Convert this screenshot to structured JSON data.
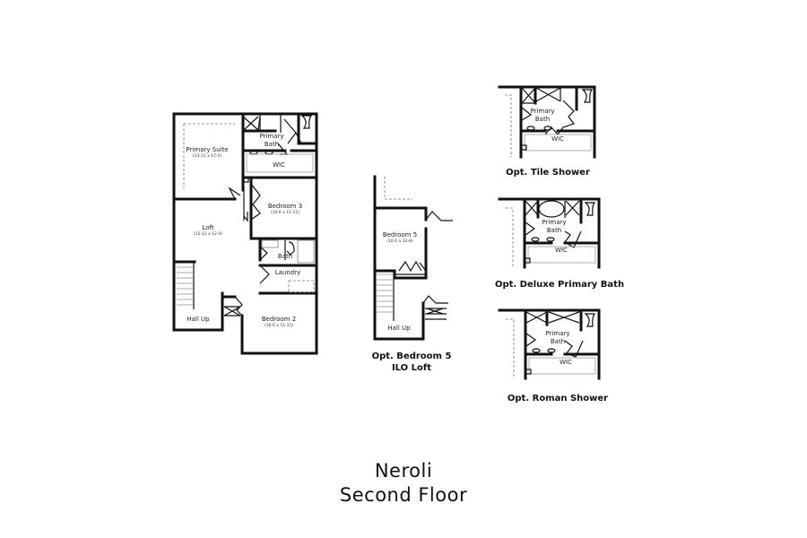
{
  "title": {
    "line1": "Neroli",
    "line2": "Second Floor"
  },
  "main_plan": {
    "rooms": [
      {
        "name": "Primary Suite",
        "dim": "(13-11 x 17-5)"
      },
      {
        "name": "Primary Bath",
        "dim": ""
      },
      {
        "name": "WIC",
        "dim": ""
      },
      {
        "name": "Bedroom 3",
        "dim": "(10-6 x 11-11)"
      },
      {
        "name": "Loft",
        "dim": "(15-11 x 12-4)"
      },
      {
        "name": "Bath",
        "dim": ""
      },
      {
        "name": "Laundry",
        "dim": ""
      },
      {
        "name": "Bedroom 2",
        "dim": "(16-0 x 11-11)"
      },
      {
        "name": "Hall Up",
        "dim": ""
      }
    ]
  },
  "options": [
    {
      "caption_line1": "Opt. Bedroom 5",
      "caption_line2": "ILO Loft",
      "rooms": [
        {
          "name": "Bedroom 5",
          "dim": "(10-1 x 12-8)"
        },
        {
          "name": "Hall Up",
          "dim": ""
        }
      ]
    },
    {
      "caption": "Opt. Tile Shower",
      "rooms": [
        {
          "name": "Primary Bath"
        },
        {
          "name": "WIC"
        }
      ]
    },
    {
      "caption": "Opt. Deluxe Primary Bath",
      "rooms": [
        {
          "name": "Primary Bath"
        },
        {
          "name": "WIC"
        }
      ]
    },
    {
      "caption": "Opt. Roman Shower",
      "rooms": [
        {
          "name": "Primary Bath"
        },
        {
          "name": "WIC"
        }
      ]
    }
  ],
  "colors": {
    "background": "#ffffff",
    "walls": "#111111",
    "text": "#111111"
  }
}
